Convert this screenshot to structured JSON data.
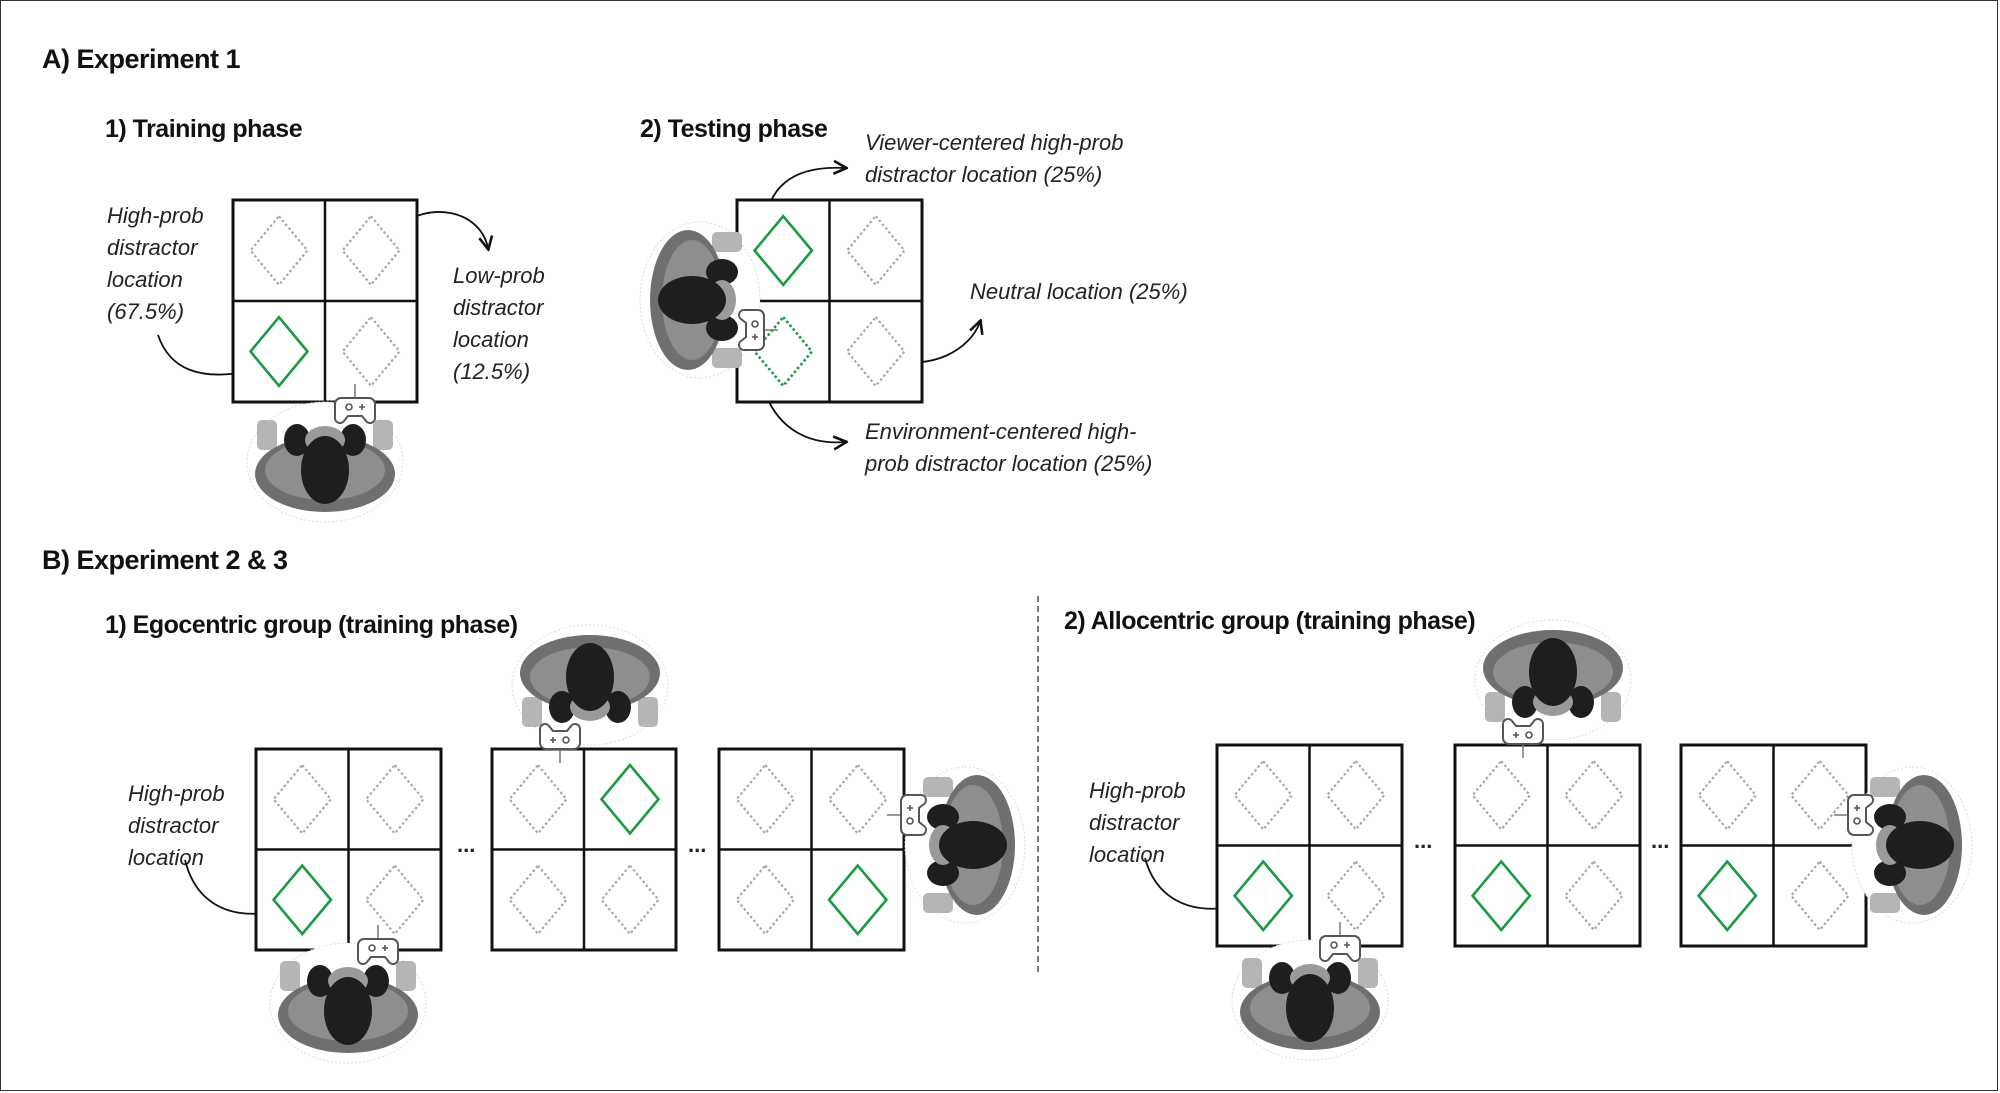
{
  "section_a": {
    "title": "A) Experiment 1",
    "training": {
      "title": "1) Training phase",
      "high_prob_label": "High-prob\ndistractor\nlocation\n(67.5%)",
      "high_prob_lines": [
        "High-prob",
        "distractor",
        "location",
        "(67.5%)"
      ],
      "low_prob_lines": [
        "Low-prob",
        "distractor",
        "location",
        "(12.5%)"
      ]
    },
    "testing": {
      "title": "2) Testing phase",
      "viewer_lines": [
        "Viewer-centered high-prob",
        "distractor location (25%)"
      ],
      "neutral": "Neutral location (25%)",
      "environment_lines": [
        "Environment-centered high-",
        "prob distractor location (25%)"
      ]
    }
  },
  "section_b": {
    "title": "B) Experiment 2 & 3",
    "egocentric": {
      "title": "1) Egocentric group (training phase)",
      "label_lines": [
        "High-prob",
        "distractor",
        "location"
      ],
      "ellipsis": "..."
    },
    "allocentric": {
      "title": "2) Allocentric group (training phase)",
      "label_lines": [
        "High-prob",
        "distractor",
        "location"
      ],
      "ellipsis": "..."
    }
  },
  "colors": {
    "target_green": "#1a9a41",
    "distractor_gray": "#a8a8a8",
    "grid_black": "#111111"
  }
}
